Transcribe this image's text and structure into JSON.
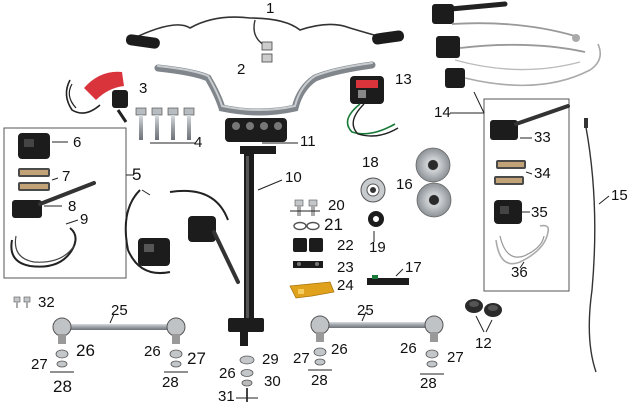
{
  "callouts": [
    {
      "id": "c1",
      "text": "1"
    },
    {
      "id": "c2",
      "text": "2"
    },
    {
      "id": "c3",
      "text": "3"
    },
    {
      "id": "c4",
      "text": "4"
    },
    {
      "id": "c5",
      "text": "5"
    },
    {
      "id": "c6",
      "text": "6"
    },
    {
      "id": "c7",
      "text": "7"
    },
    {
      "id": "c8",
      "text": "8"
    },
    {
      "id": "c9",
      "text": "9"
    },
    {
      "id": "c10",
      "text": "10"
    },
    {
      "id": "c11",
      "text": "11"
    },
    {
      "id": "c12",
      "text": "12"
    },
    {
      "id": "c13",
      "text": "13"
    },
    {
      "id": "c14",
      "text": "14"
    },
    {
      "id": "c15",
      "text": "15"
    },
    {
      "id": "c16",
      "text": "16"
    },
    {
      "id": "c17",
      "text": "17"
    },
    {
      "id": "c18",
      "text": "18"
    },
    {
      "id": "c19",
      "text": "19"
    },
    {
      "id": "c20",
      "text": "20"
    },
    {
      "id": "c21",
      "text": "21"
    },
    {
      "id": "c22",
      "text": "22"
    },
    {
      "id": "c23",
      "text": "23"
    },
    {
      "id": "c24",
      "text": "24"
    },
    {
      "id": "c25a",
      "text": "25"
    },
    {
      "id": "c25b",
      "text": "25"
    },
    {
      "id": "c26a",
      "text": "26"
    },
    {
      "id": "c26b",
      "text": "26"
    },
    {
      "id": "c26c",
      "text": "26"
    },
    {
      "id": "c26d",
      "text": "26"
    },
    {
      "id": "c26e",
      "text": "26"
    },
    {
      "id": "c27a",
      "text": "27"
    },
    {
      "id": "c27b",
      "text": "27"
    },
    {
      "id": "c27c",
      "text": "27"
    },
    {
      "id": "c27d",
      "text": "27"
    },
    {
      "id": "c28a",
      "text": "28"
    },
    {
      "id": "c28b",
      "text": "28"
    },
    {
      "id": "c28c",
      "text": "28"
    },
    {
      "id": "c28d",
      "text": "28"
    },
    {
      "id": "c29",
      "text": "29"
    },
    {
      "id": "c30",
      "text": "30"
    },
    {
      "id": "c31",
      "text": "31"
    },
    {
      "id": "c32",
      "text": "32"
    },
    {
      "id": "c33",
      "text": "33"
    },
    {
      "id": "c34",
      "text": "34"
    },
    {
      "id": "c35",
      "text": "35"
    },
    {
      "id": "c36",
      "text": "36"
    }
  ],
  "colors": {
    "ink": "#111111",
    "metal": "#a9aeb3",
    "dark": "#1c1c1c",
    "red": "#d9343c",
    "gold": "#e0a21c",
    "frame": "#555555"
  }
}
